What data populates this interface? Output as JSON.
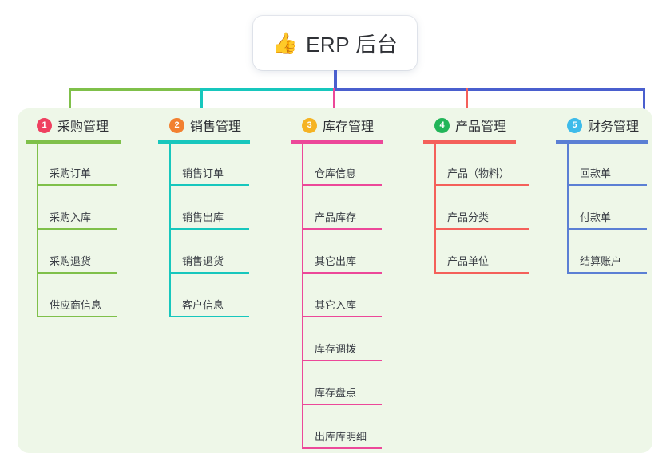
{
  "root": {
    "emoji": "👍",
    "emoji_name": "thumbs-up-icon",
    "title": "ERP 后台"
  },
  "palette": {
    "panel_bg": "#eef7e8",
    "trunk": "#4a5fce",
    "bus_left": "#7fc04a",
    "bus_mid": "#17c7bd",
    "bus_right": "#4a5fce"
  },
  "columns": [
    {
      "number": "1",
      "title": "采购管理",
      "badge_color": "#ef4060",
      "line_color": "#7fc04a",
      "items": [
        "采购订单",
        "采购入库",
        "采购退货",
        "供应商信息"
      ]
    },
    {
      "number": "2",
      "title": "销售管理",
      "badge_color": "#f28030",
      "line_color": "#17c7bd",
      "items": [
        "销售订单",
        "销售出库",
        "销售退货",
        "客户信息"
      ]
    },
    {
      "number": "3",
      "title": "库存管理",
      "badge_color": "#f5b323",
      "line_color": "#ec4899",
      "items": [
        "仓库信息",
        "产品库存",
        "其它出库",
        "其它入库",
        "库存调拨",
        "库存盘点",
        "出库库明细"
      ]
    },
    {
      "number": "4",
      "title": "产品管理",
      "badge_color": "#22b559",
      "line_color": "#f4605a",
      "items": [
        "产品（物料）",
        "产品分类",
        "产品单位"
      ]
    },
    {
      "number": "5",
      "title": "财务管理",
      "badge_color": "#3dbbea",
      "line_color": "#5b7fd4",
      "items": [
        "回款单",
        "付款单",
        "结算账户"
      ]
    }
  ]
}
